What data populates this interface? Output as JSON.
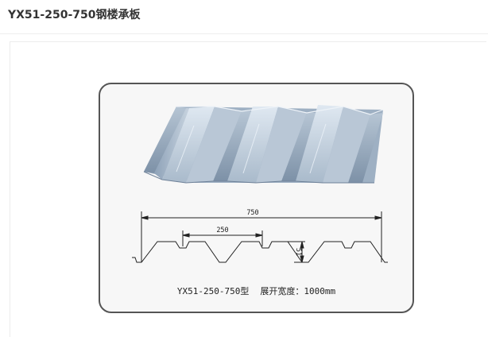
{
  "page": {
    "title": "YX51-250-750钢楼承板"
  },
  "product": {
    "dim_total": "750",
    "dim_pitch": "250",
    "dim_height": "51",
    "model_label": "YX51-250-750型",
    "width_label": "展开宽度：1000mm"
  },
  "colors": {
    "steel_light": "#c9d6e3",
    "steel_dark": "#7f92a8",
    "card_border": "#555555"
  }
}
